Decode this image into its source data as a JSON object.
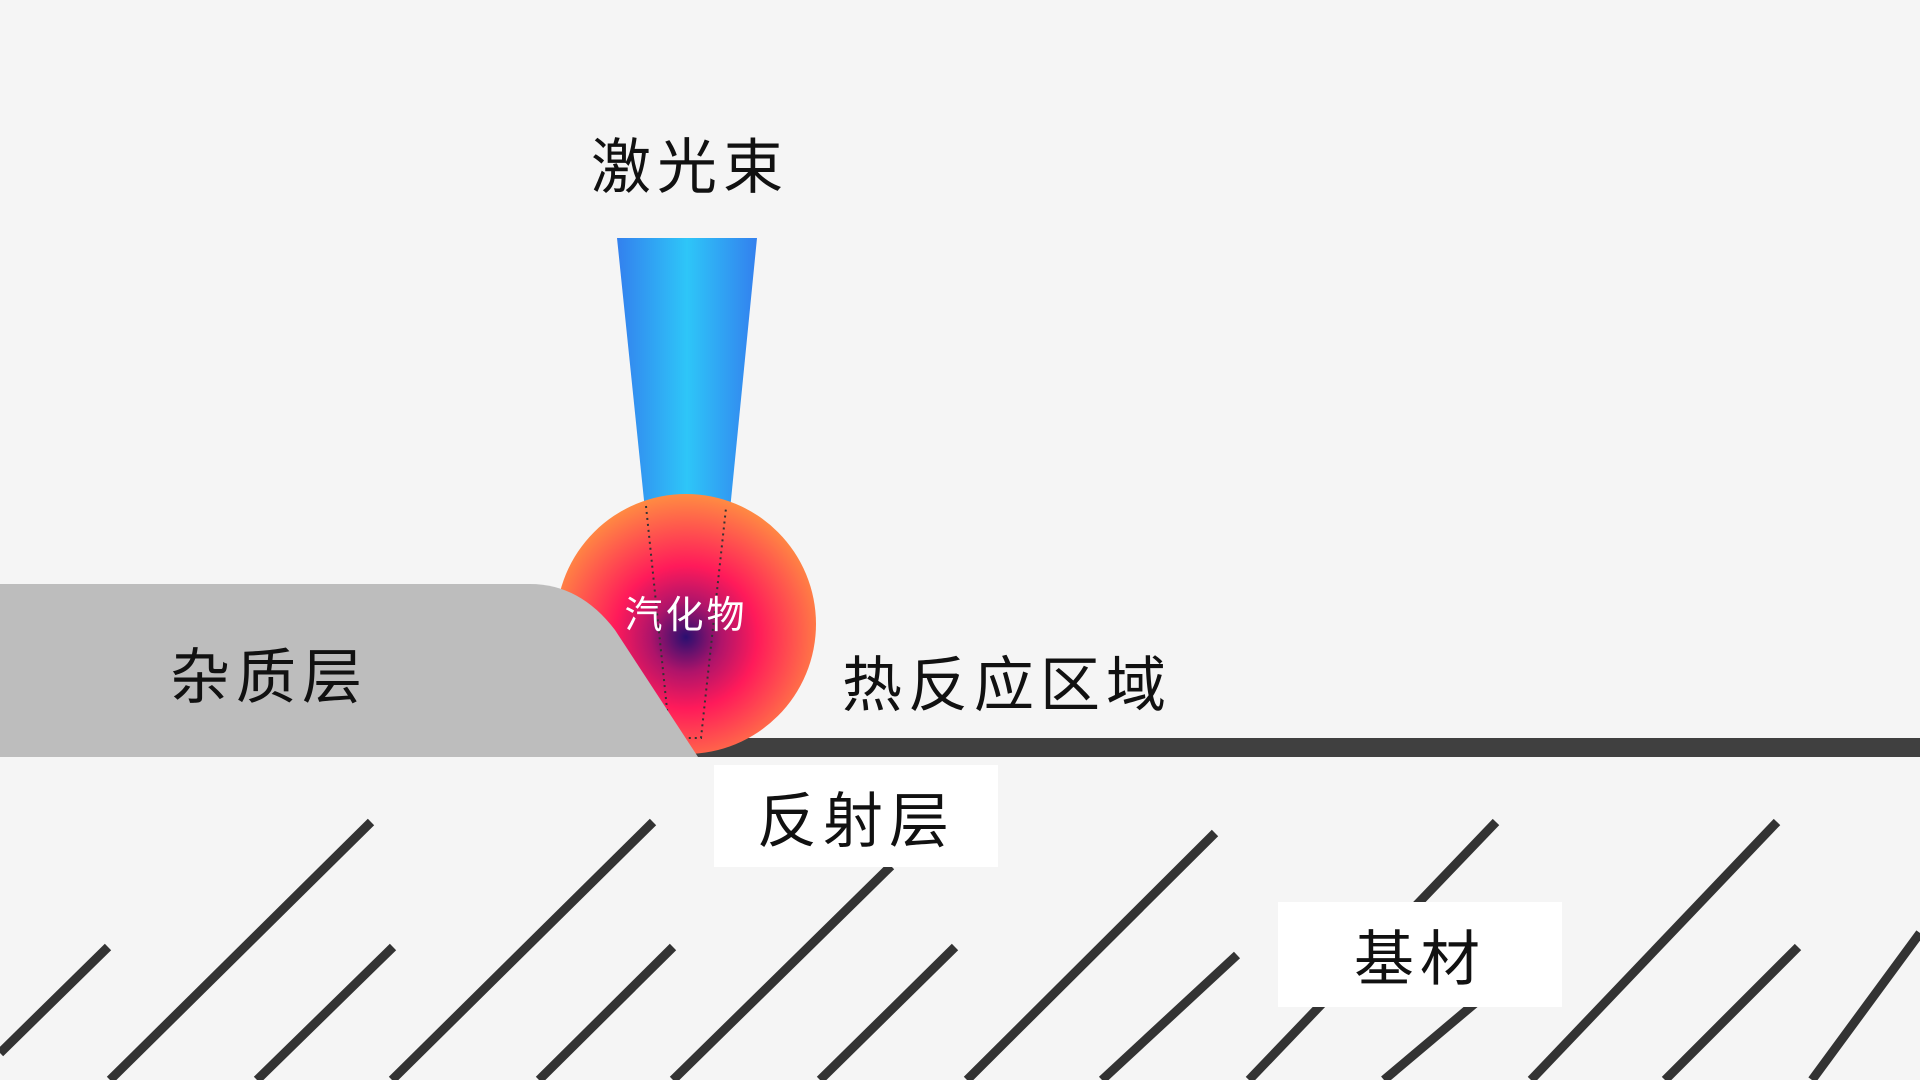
{
  "diagram": {
    "title": "激光束",
    "labels": {
      "laser_beam": "激光束",
      "vapor": "汽化物",
      "impurity_layer": "杂质层",
      "thermal_reaction_zone": "热反应区域",
      "reflective_layer": "反射层",
      "substrate": "基材"
    },
    "colors": {
      "background": "#f5f5f5",
      "beam_edge": "#3380ee",
      "beam_center": "#2ec6f8",
      "vapor_outer": "#ff8c42",
      "vapor_mid": "#ff1a5a",
      "vapor_core": "#2a0f70",
      "impurity_layer": "#bdbdbd",
      "reflective_layer": "#404040",
      "hatch": "#333333",
      "label_box": "#ffffff"
    }
  }
}
